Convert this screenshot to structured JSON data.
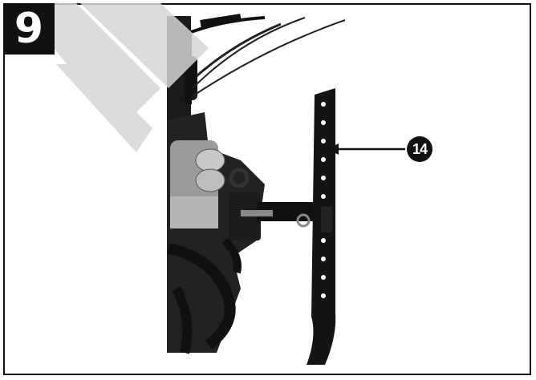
{
  "figure": {
    "step_number": "9",
    "callout_label": "14",
    "watermark_text": "PRO",
    "colors": {
      "border": "#111111",
      "badge_bg": "#111111",
      "badge_text": "#ffffff",
      "watermark": "#d0d0d0"
    }
  }
}
